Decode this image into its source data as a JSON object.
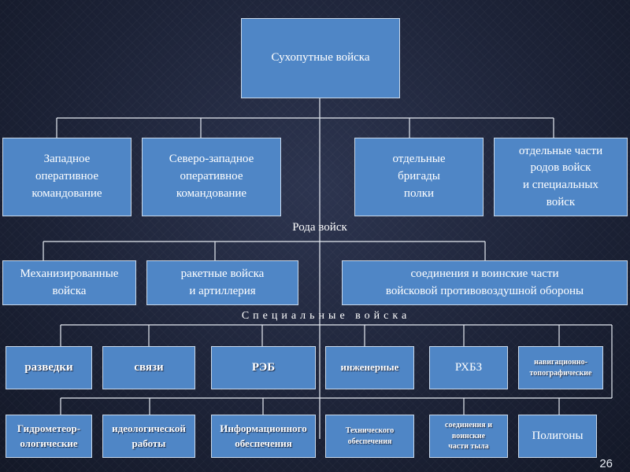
{
  "root": "Сухопутные войска",
  "commands": [
    "Западное\nоперативное\nкомандование",
    "Северо-западное\nоперативное\nкомандование",
    "отдельные\nбригады\nполки",
    "отдельные части\nродов войск\nи специальных\nвойск"
  ],
  "branches_label": "Рода войск",
  "branches": [
    "Механизированные\nвойска",
    "ракетные войска\nи артиллерия",
    "соединения и воинские части\nвойсковой противовоздушной обороны"
  ],
  "special_label": "Специальные войска",
  "special_top": [
    "разведки",
    "связи",
    "РЭБ",
    "инженерные",
    "РХБЗ",
    "навигационно-\nтопографические"
  ],
  "special_bottom": [
    "Гидрометеор-\nологические",
    "идеологической\nработы",
    "Информационного\nобеспечения",
    "Технического\nобеспечения",
    "соединения и\nвоинские\nчасти тыла",
    "Полигоны"
  ],
  "page_number": "26"
}
